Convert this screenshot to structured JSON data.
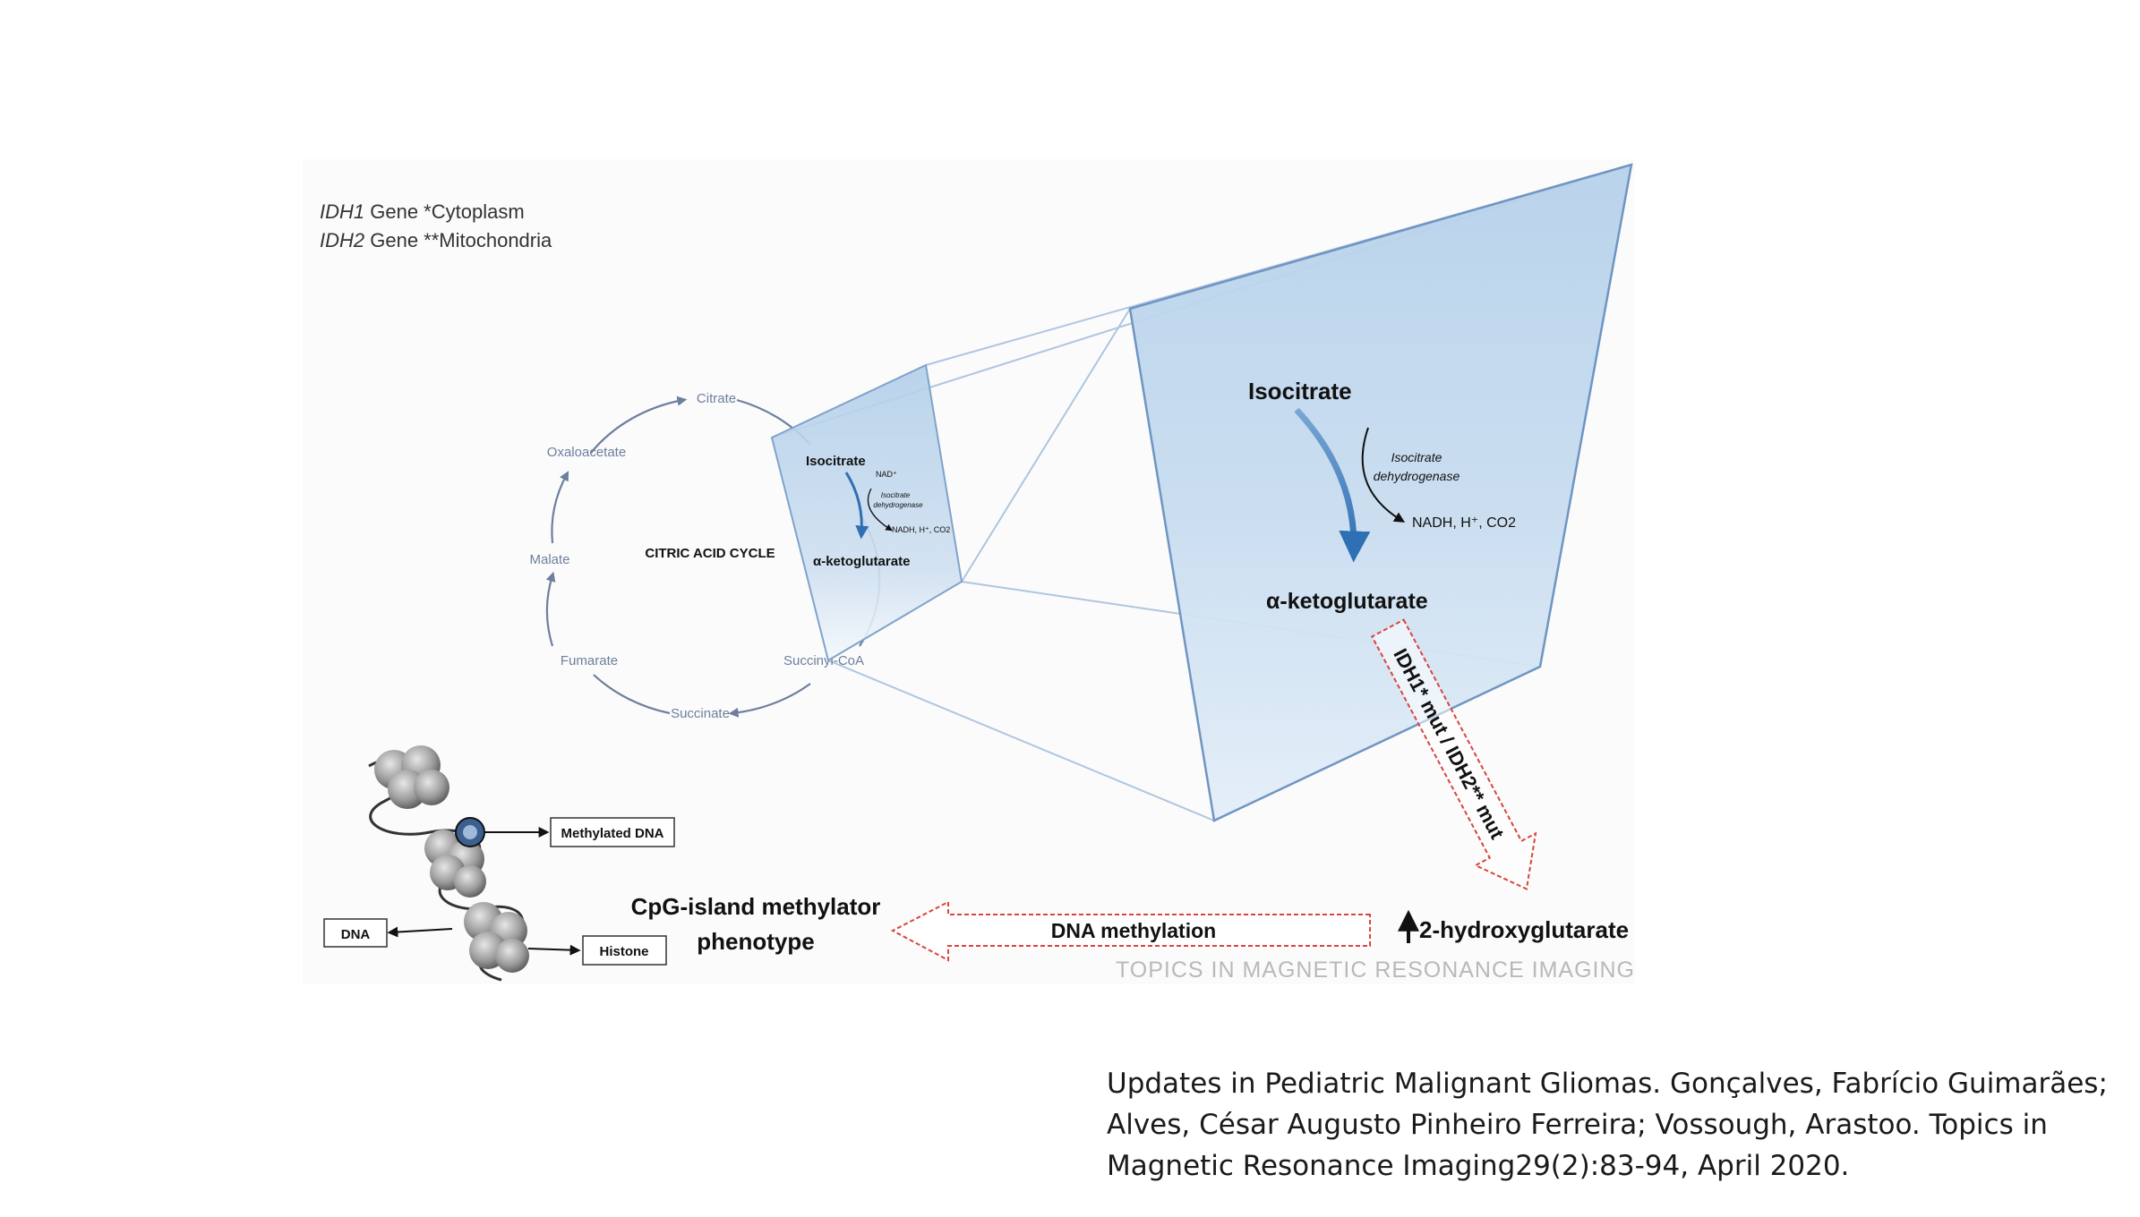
{
  "legend": {
    "line1": {
      "gene": "IDH1",
      "rest": " Gene *Cytoplasm"
    },
    "line2": {
      "gene": "IDH2",
      "rest": " Gene **Mitochondria"
    }
  },
  "cycle": {
    "title": "CITRIC ACID CYCLE",
    "citrate": "Citrate",
    "oxaloacetate": "Oxaloacetate",
    "malate": "Malate",
    "fumarate": "Fumarate",
    "succinate": "Succinate",
    "succinyl_coa": "Succinyl-CoA"
  },
  "small_panel": {
    "isocitrate": "Isocitrate",
    "nad": "NAD⁺",
    "enzyme_line1": "Isocitrate",
    "enzyme_line2": "dehydrogenase",
    "products": "NADH, H⁺, CO2",
    "ketoglutarate": "α-ketoglutarate"
  },
  "large_panel": {
    "isocitrate": "Isocitrate",
    "enzyme_line1": "Isocitrate",
    "enzyme_line2": "dehydrogenase",
    "products": "NADH, H⁺, CO2",
    "ketoglutarate": "α-ketoglutarate"
  },
  "mutation_arrow": {
    "label": "IDH1* mut / IDH2** mut"
  },
  "hydroxyglutarate": {
    "label": "2-hydroxyglutarate"
  },
  "methylation_arrow": {
    "label": "DNA methylation"
  },
  "phenotype": {
    "line1": "CpG-island methylator",
    "line2": "phenotype"
  },
  "chromatin": {
    "methylated_dna": "Methylated DNA",
    "dna": "DNA",
    "histone": "Histone"
  },
  "watermark": "TOPICS IN MAGNETIC RESONANCE IMAGING",
  "citation": {
    "line1": "Updates in Pediatric Malignant Gliomas. Gonçalves, Fabrício Guimarães;",
    "line2": "Alves, César Augusto Pinheiro Ferreira; Vossough, Arastoo. Topics in",
    "line3": "Magnetic Resonance Imaging29(2):83-94, April 2020."
  },
  "colors": {
    "panel_blue": "#a9c8e6",
    "panel_edge": "#6f95c2",
    "cycle_arrow": "#6d7f9c",
    "mutation_outline": "#d9443d",
    "watermark": "#b9b9b9"
  }
}
